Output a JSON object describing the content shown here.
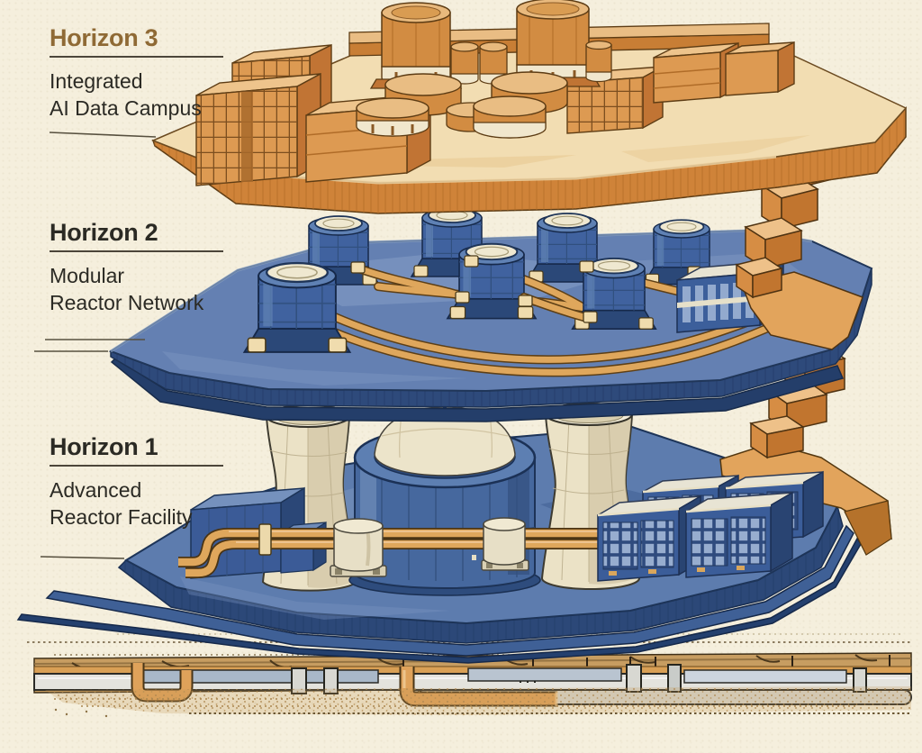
{
  "labels": {
    "horizon3": {
      "title": "Horizon 3",
      "description_line1": "Integrated",
      "description_line2": "AI Data Campus"
    },
    "horizon2": {
      "title": "Horizon 2",
      "description_line1": "Modular",
      "description_line2": "Reactor Network"
    },
    "horizon1": {
      "title": "Horizon 1",
      "description_line1": "Advanced",
      "description_line2": "Reactor Facility"
    }
  },
  "palette": {
    "background": "#F5EFDD",
    "horizon3_heading": "#8F6A35",
    "label_text": "#2B2A24",
    "campus_orange": "#DD9A52",
    "campus_orange_light": "#EEC189",
    "campus_floor": "#F2DDB2",
    "reactor_blue": "#40629F",
    "platform_blue_top": "#6480B2",
    "platform_blue_front": "#2E4A7B",
    "structure_cream": "#ECE3C8",
    "pipe_orange": "#DFA75C",
    "soil_tan": "#C79D61"
  }
}
